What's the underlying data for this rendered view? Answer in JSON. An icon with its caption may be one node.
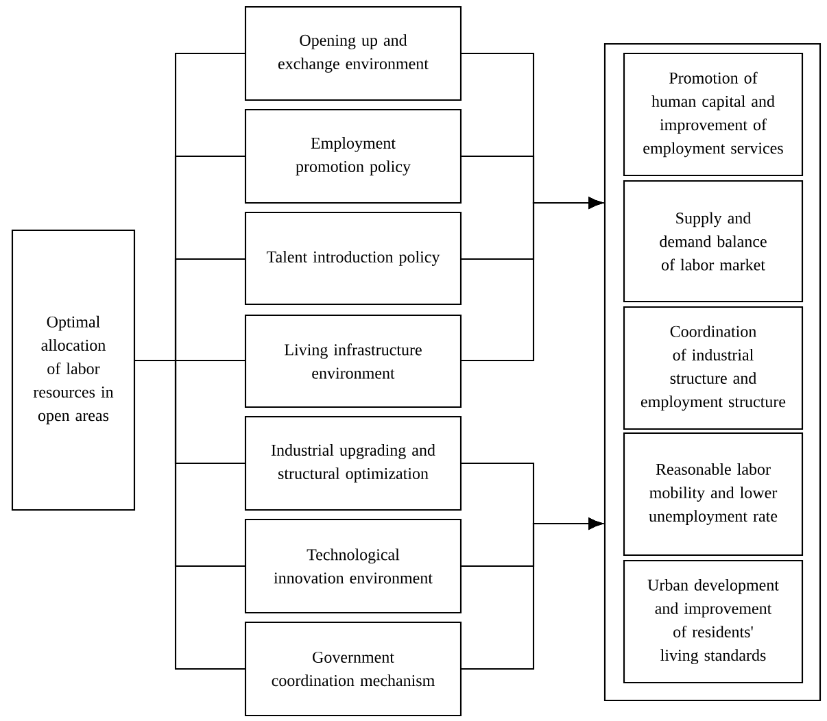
{
  "diagram": {
    "nodes": [
      {
        "text": [
          "Optimal allocation of labor resources in open areas"
        ]
      },
      {
        "text": [
          "Opening up and exchange environment"
        ]
      },
      {
        "text": [
          "Employment promotion policy"
        ]
      },
      {
        "text": [
          "Talent introduction policy"
        ]
      },
      {
        "text": [
          "Living infrastructure environment"
        ]
      },
      {
        "text": [
          "Industrial upgrading and structural optimization"
        ]
      },
      {
        "text": [
          "Technological innovation environment"
        ]
      },
      {
        "text": [
          "Government coordination mechanism"
        ]
      },
      {
        "text": [],
        "shape": "box"
      },
      {
        "text": [
          "Promotion of human capital and improvement of employment services"
        ],
        "in": 8
      },
      {
        "text": [
          "Supply and demand balance of labor market"
        ],
        "in": 8
      },
      {
        "text": [
          "Coordination of industrial structure and employment structure"
        ],
        "in": 8
      },
      {
        "text": [
          "Reasonable labor mobility and lower unemployment rate"
        ],
        "in": 8
      },
      {
        "text": [
          "Urban development and improvement of residents' living standards"
        ],
        "in": 8
      }
    ],
    "edges": [
      {
        "from": 0,
        "to": 1,
        "arrow": "none"
      },
      {
        "from": 0,
        "to": 2,
        "arrow": "none"
      },
      {
        "from": 0,
        "to": 3,
        "arrow": "none"
      },
      {
        "from": 0,
        "to": 4,
        "arrow": "none"
      },
      {
        "from": 0,
        "to": 5,
        "arrow": "none"
      },
      {
        "from": 0,
        "to": 6,
        "arrow": "none"
      },
      {
        "from": 0,
        "to": 7,
        "arrow": "none"
      },
      {
        "from": 1,
        "to": 8,
        "arrow": "to"
      },
      {
        "from": 2,
        "to": 8,
        "arrow": "to"
      },
      {
        "from": 3,
        "to": 8,
        "arrow": "to"
      },
      {
        "from": 4,
        "to": 8,
        "arrow": "to"
      },
      {
        "from": 5,
        "to": 8,
        "arrow": "to"
      },
      {
        "from": 6,
        "to": 8,
        "arrow": "to"
      },
      {
        "from": 7,
        "to": 8,
        "arrow": "to"
      }
    ]
  }
}
